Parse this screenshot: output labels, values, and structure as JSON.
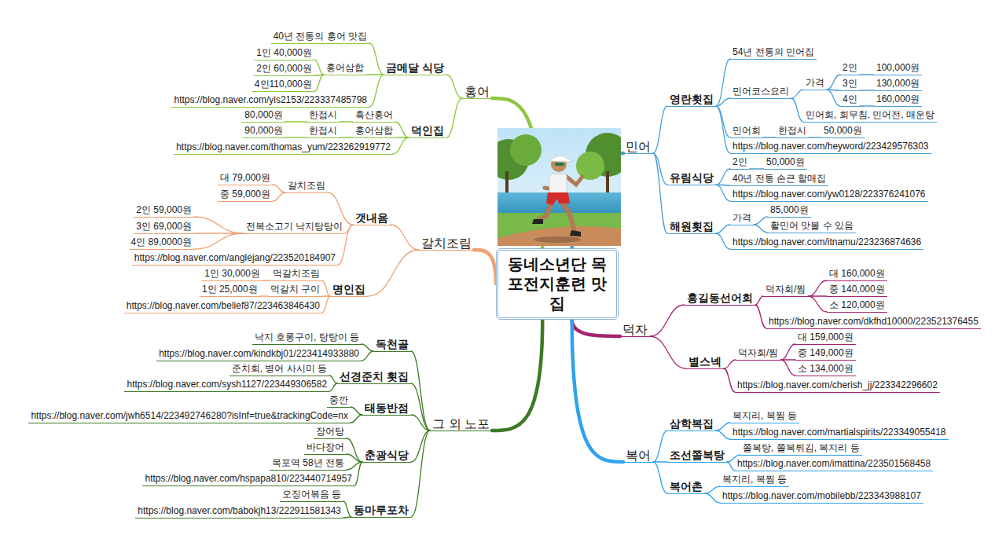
{
  "diagram": {
    "nodes": [
      {
        "text": [
          "동네소년단 목포전지훈련 맛집"
        ]
      },
      {
        "text": [
          "민어"
        ]
      },
      {
        "text": [
          "영란횟집"
        ]
      },
      {
        "text": [
          "54년 전통의 민어집"
        ]
      },
      {
        "text": [
          "민어코스요리"
        ]
      },
      {
        "text": [
          "가격"
        ]
      },
      {
        "text": [
          "2인"
        ]
      },
      {
        "text": [
          "100,000원"
        ]
      },
      {
        "text": [
          "3인"
        ]
      },
      {
        "text": [
          "130,000원"
        ]
      },
      {
        "text": [
          "4인"
        ]
      },
      {
        "text": [
          "160,000원"
        ]
      },
      {
        "text": [
          "민어회, 회무침, 민어전, 매운탕"
        ]
      },
      {
        "text": [
          "민어회"
        ]
      },
      {
        "text": [
          "한접시"
        ]
      },
      {
        "text": [
          "50,000원"
        ]
      },
      {
        "text": [
          "https://blog.naver.com/heyword/223429576303"
        ]
      },
      {
        "text": [
          "유림식당"
        ]
      },
      {
        "text": [
          "2인"
        ]
      },
      {
        "text": [
          "50,000원"
        ]
      },
      {
        "text": [
          "40년 전통 손큰 할매집"
        ]
      },
      {
        "text": [
          "https://blog.naver.com/yw0128/223376241076"
        ]
      },
      {
        "text": [
          "해원횟집"
        ]
      },
      {
        "text": [
          "가격"
        ]
      },
      {
        "text": [
          "85,000원"
        ]
      },
      {
        "text": [
          "활민어 맛볼 수 있음"
        ]
      },
      {
        "text": [
          "https://blog.naver.com/itnamu/223236874636"
        ]
      },
      {
        "text": [
          "덕자"
        ]
      },
      {
        "text": [
          "홍길동선어회"
        ]
      },
      {
        "text": [
          "덕자회/찜"
        ]
      },
      {
        "text": [
          "대 160,000원"
        ]
      },
      {
        "text": [
          "중 140,000원"
        ]
      },
      {
        "text": [
          "소 120,000원"
        ]
      },
      {
        "text": [
          "https://blog.naver.com/dkfhd10000/223521376455"
        ]
      },
      {
        "text": [
          "별스넥"
        ]
      },
      {
        "text": [
          "덕자회/찜"
        ]
      },
      {
        "text": [
          "대 159,000원"
        ]
      },
      {
        "text": [
          "중 149,000원"
        ]
      },
      {
        "text": [
          "소 134,000원"
        ]
      },
      {
        "text": [
          "https://blog.naver.com/cherish_jj/223342296602"
        ]
      },
      {
        "text": [
          "복어"
        ]
      },
      {
        "text": [
          "삼학복집"
        ]
      },
      {
        "text": [
          "복지리, 복찜 등"
        ]
      },
      {
        "text": [
          "https://blog.naver.com/martialspirits/223349055418"
        ]
      },
      {
        "text": [
          "조선쫄복탕"
        ]
      },
      {
        "text": [
          "쫄복탕, 쫄복튀김, 복지리 등"
        ]
      },
      {
        "text": [
          "https://blog.naver.com/imattina/223501568458"
        ]
      },
      {
        "text": [
          "복어촌"
        ]
      },
      {
        "text": [
          "복지리, 복찜 등"
        ]
      },
      {
        "text": [
          "https://blog.naver.com/mobilebb/223343988107"
        ]
      },
      {
        "text": [
          "홍어"
        ]
      },
      {
        "text": [
          "금메달 식당"
        ]
      },
      {
        "text": [
          "40년 전통의 홍어 맛집"
        ]
      },
      {
        "text": [
          "홍어삼합"
        ]
      },
      {
        "text": [
          "1인 40,000원"
        ]
      },
      {
        "text": [
          "2인 60,000원"
        ]
      },
      {
        "text": [
          "4인110,000원"
        ]
      },
      {
        "text": [
          "https://blog.naver.com/yis2153/223337485798"
        ]
      },
      {
        "text": [
          "덕인집"
        ]
      },
      {
        "text": [
          "흑산홍어"
        ]
      },
      {
        "text": [
          "한접시"
        ]
      },
      {
        "text": [
          "80,000원"
        ]
      },
      {
        "text": [
          "홍어삼합"
        ]
      },
      {
        "text": [
          "한접시"
        ]
      },
      {
        "text": [
          "90,000원"
        ]
      },
      {
        "text": [
          "https://blog.naver.com/thomas_yum/223262919772"
        ]
      },
      {
        "text": [
          "갈치조림"
        ]
      },
      {
        "text": [
          "갯내음"
        ]
      },
      {
        "text": [
          "갈치조림"
        ]
      },
      {
        "text": [
          "대 79,000원"
        ]
      },
      {
        "text": [
          "중 59,000원"
        ]
      },
      {
        "text": [
          "전복소고기 낙지탕탕이"
        ]
      },
      {
        "text": [
          "2인 59,000원"
        ]
      },
      {
        "text": [
          "3인 69,000원"
        ]
      },
      {
        "text": [
          "4인 89,0000원"
        ]
      },
      {
        "text": [
          "https://blog.naver.com/anglejang/223520184907"
        ]
      },
      {
        "text": [
          "명인집"
        ]
      },
      {
        "text": [
          "먹갈치조림"
        ]
      },
      {
        "text": [
          "1인 30,000원"
        ]
      },
      {
        "text": [
          "먹갈치 구이"
        ]
      },
      {
        "text": [
          "1인 25,000원"
        ]
      },
      {
        "text": [
          "https://blog.naver.com/belief87/223463846430"
        ]
      },
      {
        "text": [
          "그 외 노포"
        ]
      },
      {
        "text": [
          "독천골"
        ]
      },
      {
        "text": [
          "낙지 호롱구이, 탕탕이 등"
        ]
      },
      {
        "text": [
          "https://blog.naver.com/kindkbj01/223414933880"
        ]
      },
      {
        "text": [
          "선경준치 횟집"
        ]
      },
      {
        "text": [
          "준치회, 병어 사시미 등"
        ]
      },
      {
        "text": [
          "https://blog.naver.com/sysh1127/223449306582"
        ]
      },
      {
        "text": [
          "태동반점"
        ]
      },
      {
        "text": [
          "중깐"
        ]
      },
      {
        "text": [
          "https://blog.naver.com/jwh6514/223492746280?isInf=true&trackingCode=nx"
        ]
      },
      {
        "text": [
          "춘광식당"
        ]
      },
      {
        "text": [
          "장어탕"
        ]
      },
      {
        "text": [
          "바다장어"
        ]
      },
      {
        "text": [
          "목포역 58년 전통"
        ]
      },
      {
        "text": [
          "https://blog.naver.com/hspapa810/223440714957"
        ]
      },
      {
        "text": [
          "동마루포차"
        ]
      },
      {
        "text": [
          "오징어볶음 등"
        ]
      },
      {
        "text": [
          "https://blog.naver.com/babokjh13/222911581343"
        ]
      }
    ],
    "edges": [
      {
        "from": 0,
        "to": 1,
        "arrow": "none"
      },
      {
        "from": 1,
        "to": 2,
        "arrow": "none"
      },
      {
        "from": 2,
        "to": 3,
        "arrow": "none"
      },
      {
        "from": 2,
        "to": 4,
        "arrow": "none"
      },
      {
        "from": 4,
        "to": 5,
        "arrow": "none"
      },
      {
        "from": 5,
        "to": 6,
        "arrow": "none"
      },
      {
        "from": 6,
        "to": 7,
        "arrow": "none"
      },
      {
        "from": 5,
        "to": 8,
        "arrow": "none"
      },
      {
        "from": 8,
        "to": 9,
        "arrow": "none"
      },
      {
        "from": 5,
        "to": 10,
        "arrow": "none"
      },
      {
        "from": 10,
        "to": 11,
        "arrow": "none"
      },
      {
        "from": 4,
        "to": 12,
        "arrow": "none"
      },
      {
        "from": 2,
        "to": 13,
        "arrow": "none"
      },
      {
        "from": 13,
        "to": 14,
        "arrow": "none"
      },
      {
        "from": 14,
        "to": 15,
        "arrow": "none"
      },
      {
        "from": 2,
        "to": 16,
        "arrow": "none"
      },
      {
        "from": 1,
        "to": 17,
        "arrow": "none"
      },
      {
        "from": 17,
        "to": 18,
        "arrow": "none"
      },
      {
        "from": 18,
        "to": 19,
        "arrow": "none"
      },
      {
        "from": 17,
        "to": 20,
        "arrow": "none"
      },
      {
        "from": 17,
        "to": 21,
        "arrow": "none"
      },
      {
        "from": 1,
        "to": 22,
        "arrow": "none"
      },
      {
        "from": 22,
        "to": 23,
        "arrow": "none"
      },
      {
        "from": 23,
        "to": 24,
        "arrow": "none"
      },
      {
        "from": 23,
        "to": 25,
        "arrow": "none"
      },
      {
        "from": 22,
        "to": 26,
        "arrow": "none"
      },
      {
        "from": 0,
        "to": 27,
        "arrow": "none"
      },
      {
        "from": 27,
        "to": 28,
        "arrow": "none"
      },
      {
        "from": 28,
        "to": 29,
        "arrow": "none"
      },
      {
        "from": 29,
        "to": 30,
        "arrow": "none"
      },
      {
        "from": 29,
        "to": 31,
        "arrow": "none"
      },
      {
        "from": 29,
        "to": 32,
        "arrow": "none"
      },
      {
        "from": 28,
        "to": 33,
        "arrow": "none"
      },
      {
        "from": 27,
        "to": 34,
        "arrow": "none"
      },
      {
        "from": 34,
        "to": 35,
        "arrow": "none"
      },
      {
        "from": 35,
        "to": 36,
        "arrow": "none"
      },
      {
        "from": 35,
        "to": 37,
        "arrow": "none"
      },
      {
        "from": 35,
        "to": 38,
        "arrow": "none"
      },
      {
        "from": 34,
        "to": 39,
        "arrow": "none"
      },
      {
        "from": 0,
        "to": 40,
        "arrow": "none"
      },
      {
        "from": 40,
        "to": 41,
        "arrow": "none"
      },
      {
        "from": 41,
        "to": 42,
        "arrow": "none"
      },
      {
        "from": 41,
        "to": 43,
        "arrow": "none"
      },
      {
        "from": 40,
        "to": 44,
        "arrow": "none"
      },
      {
        "from": 44,
        "to": 45,
        "arrow": "none"
      },
      {
        "from": 44,
        "to": 46,
        "arrow": "none"
      },
      {
        "from": 40,
        "to": 47,
        "arrow": "none"
      },
      {
        "from": 47,
        "to": 48,
        "arrow": "none"
      },
      {
        "from": 47,
        "to": 49,
        "arrow": "none"
      },
      {
        "from": 0,
        "to": 50,
        "arrow": "none"
      },
      {
        "from": 50,
        "to": 51,
        "arrow": "none"
      },
      {
        "from": 51,
        "to": 52,
        "arrow": "none"
      },
      {
        "from": 51,
        "to": 53,
        "arrow": "none"
      },
      {
        "from": 53,
        "to": 54,
        "arrow": "none"
      },
      {
        "from": 53,
        "to": 55,
        "arrow": "none"
      },
      {
        "from": 53,
        "to": 56,
        "arrow": "none"
      },
      {
        "from": 51,
        "to": 57,
        "arrow": "none"
      },
      {
        "from": 50,
        "to": 58,
        "arrow": "none"
      },
      {
        "from": 58,
        "to": 59,
        "arrow": "none"
      },
      {
        "from": 59,
        "to": 60,
        "arrow": "none"
      },
      {
        "from": 60,
        "to": 61,
        "arrow": "none"
      },
      {
        "from": 58,
        "to": 62,
        "arrow": "none"
      },
      {
        "from": 62,
        "to": 63,
        "arrow": "none"
      },
      {
        "from": 63,
        "to": 64,
        "arrow": "none"
      },
      {
        "from": 58,
        "to": 65,
        "arrow": "none"
      },
      {
        "from": 0,
        "to": 66,
        "arrow": "none"
      },
      {
        "from": 66,
        "to": 67,
        "arrow": "none"
      },
      {
        "from": 67,
        "to": 68,
        "arrow": "none"
      },
      {
        "from": 68,
        "to": 69,
        "arrow": "none"
      },
      {
        "from": 68,
        "to": 70,
        "arrow": "none"
      },
      {
        "from": 67,
        "to": 71,
        "arrow": "none"
      },
      {
        "from": 71,
        "to": 72,
        "arrow": "none"
      },
      {
        "from": 71,
        "to": 73,
        "arrow": "none"
      },
      {
        "from": 71,
        "to": 74,
        "arrow": "none"
      },
      {
        "from": 67,
        "to": 75,
        "arrow": "none"
      },
      {
        "from": 66,
        "to": 76,
        "arrow": "none"
      },
      {
        "from": 76,
        "to": 77,
        "arrow": "none"
      },
      {
        "from": 77,
        "to": 78,
        "arrow": "none"
      },
      {
        "from": 76,
        "to": 79,
        "arrow": "none"
      },
      {
        "from": 79,
        "to": 80,
        "arrow": "none"
      },
      {
        "from": 76,
        "to": 81,
        "arrow": "none"
      },
      {
        "from": 0,
        "to": 82,
        "arrow": "none"
      },
      {
        "from": 82,
        "to": 83,
        "arrow": "none"
      },
      {
        "from": 83,
        "to": 84,
        "arrow": "none"
      },
      {
        "from": 83,
        "to": 85,
        "arrow": "none"
      },
      {
        "from": 82,
        "to": 86,
        "arrow": "none"
      },
      {
        "from": 86,
        "to": 87,
        "arrow": "none"
      },
      {
        "from": 86,
        "to": 88,
        "arrow": "none"
      },
      {
        "from": 82,
        "to": 89,
        "arrow": "none"
      },
      {
        "from": 89,
        "to": 90,
        "arrow": "none"
      },
      {
        "from": 89,
        "to": 91,
        "arrow": "none"
      },
      {
        "from": 82,
        "to": 92,
        "arrow": "none"
      },
      {
        "from": 92,
        "to": 93,
        "arrow": "none"
      },
      {
        "from": 92,
        "to": 94,
        "arrow": "none"
      },
      {
        "from": 92,
        "to": 95,
        "arrow": "none"
      },
      {
        "from": 92,
        "to": 96,
        "arrow": "none"
      },
      {
        "from": 82,
        "to": 97,
        "arrow": "none"
      },
      {
        "from": 97,
        "to": 98,
        "arrow": "none"
      },
      {
        "from": 97,
        "to": 99,
        "arrow": "none"
      }
    ]
  }
}
